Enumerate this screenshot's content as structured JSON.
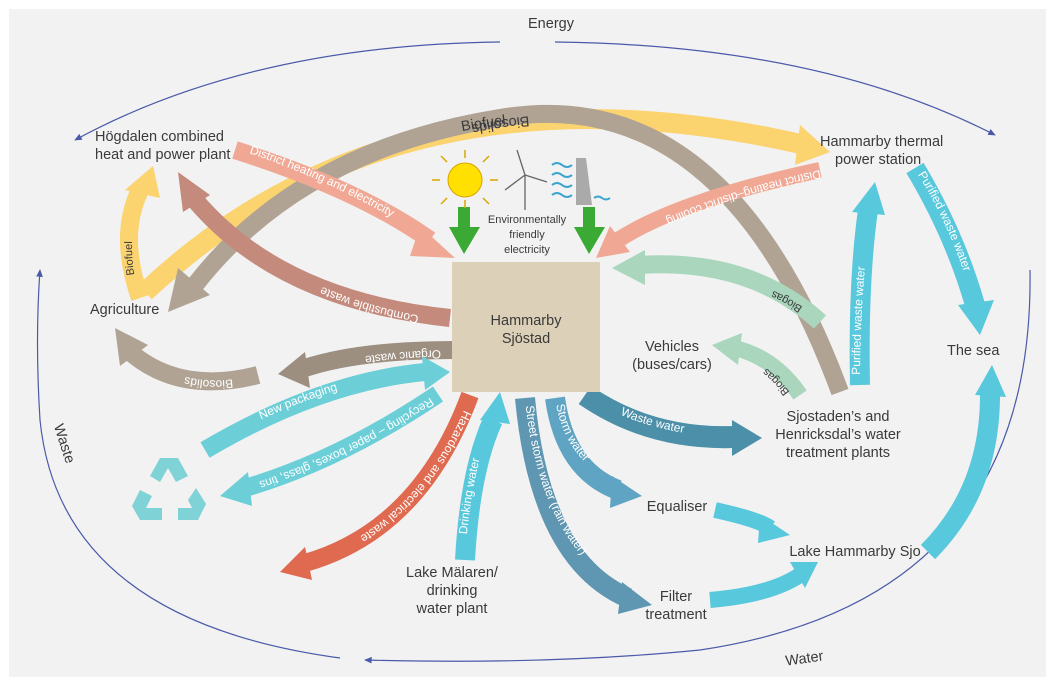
{
  "cycle": {
    "energy": "Energy",
    "waste": "Waste",
    "water": "Water"
  },
  "nodes": {
    "hogdalen_1": "Högdalen combined",
    "hogdalen_2": "heat and power plant",
    "hammarby_thermal_1": "Hammarby thermal",
    "hammarby_thermal_2": "power station",
    "agriculture": "Agriculture",
    "center_1": "Hammarby",
    "center_2": "Sjöstad",
    "vehicles_1": "Vehicles",
    "vehicles_2": "(buses/cars)",
    "sea": "The sea",
    "wtp_1": "Sjostaden’s and",
    "wtp_2": "Henricksdal’s water",
    "wtp_3": "treatment plants",
    "equaliser": "Equaliser",
    "lake_hammarby": "Lake Hammarby Sjo",
    "malaren_1": "Lake Mälaren/",
    "malaren_2": "drinking",
    "malaren_3": "water plant",
    "filter_1": "Filter",
    "filter_2": "treatment",
    "green_1": "Environmentally",
    "green_2": "friendly",
    "green_3": "electricity"
  },
  "flows": {
    "biofuel_top": "Biofuel",
    "biosolids_top": "Biosolids",
    "district_heating": "District heating and electricity",
    "district_cooling": "District heating–district cooling",
    "biofuel_left": "Biofuel",
    "combustible": "Combustible waste",
    "biogas_center": "Biogas",
    "biogas_vehicles": "Biogas",
    "organic": "Organic waste",
    "biosolids_left": "Biosolids",
    "new_packaging": "New packaging",
    "recycling": "Recycling – paper boxes, glass, tins",
    "hazardous": "Hazardous and electrical waste",
    "drinking": "Drinking water",
    "street_storm": "Street storm water (rain water)",
    "storm": "Storm water",
    "waste_water": "Waste water",
    "purified_1": "Purified waste water",
    "purified_2": "Purified waste water"
  },
  "colors": {
    "panel": "#f2f2f2",
    "center_box": "#ddd0b8",
    "biofuel": "#fbd36f",
    "biosolids": "#b0a394",
    "district_heat": "#f0a895",
    "combustible": "#c48a7c",
    "biogas": "#a9d6bc",
    "green_arrow": "#3aaa35",
    "cyan": "#58c8dc",
    "teal": "#4fb8c8",
    "steel": "#5f97b3",
    "hazard": "#e06a50",
    "thin": "#4a5aa8"
  },
  "icons": [
    "sun-icon",
    "wind-turbine-icon",
    "hydro-dam-icon",
    "recycle-icon"
  ]
}
